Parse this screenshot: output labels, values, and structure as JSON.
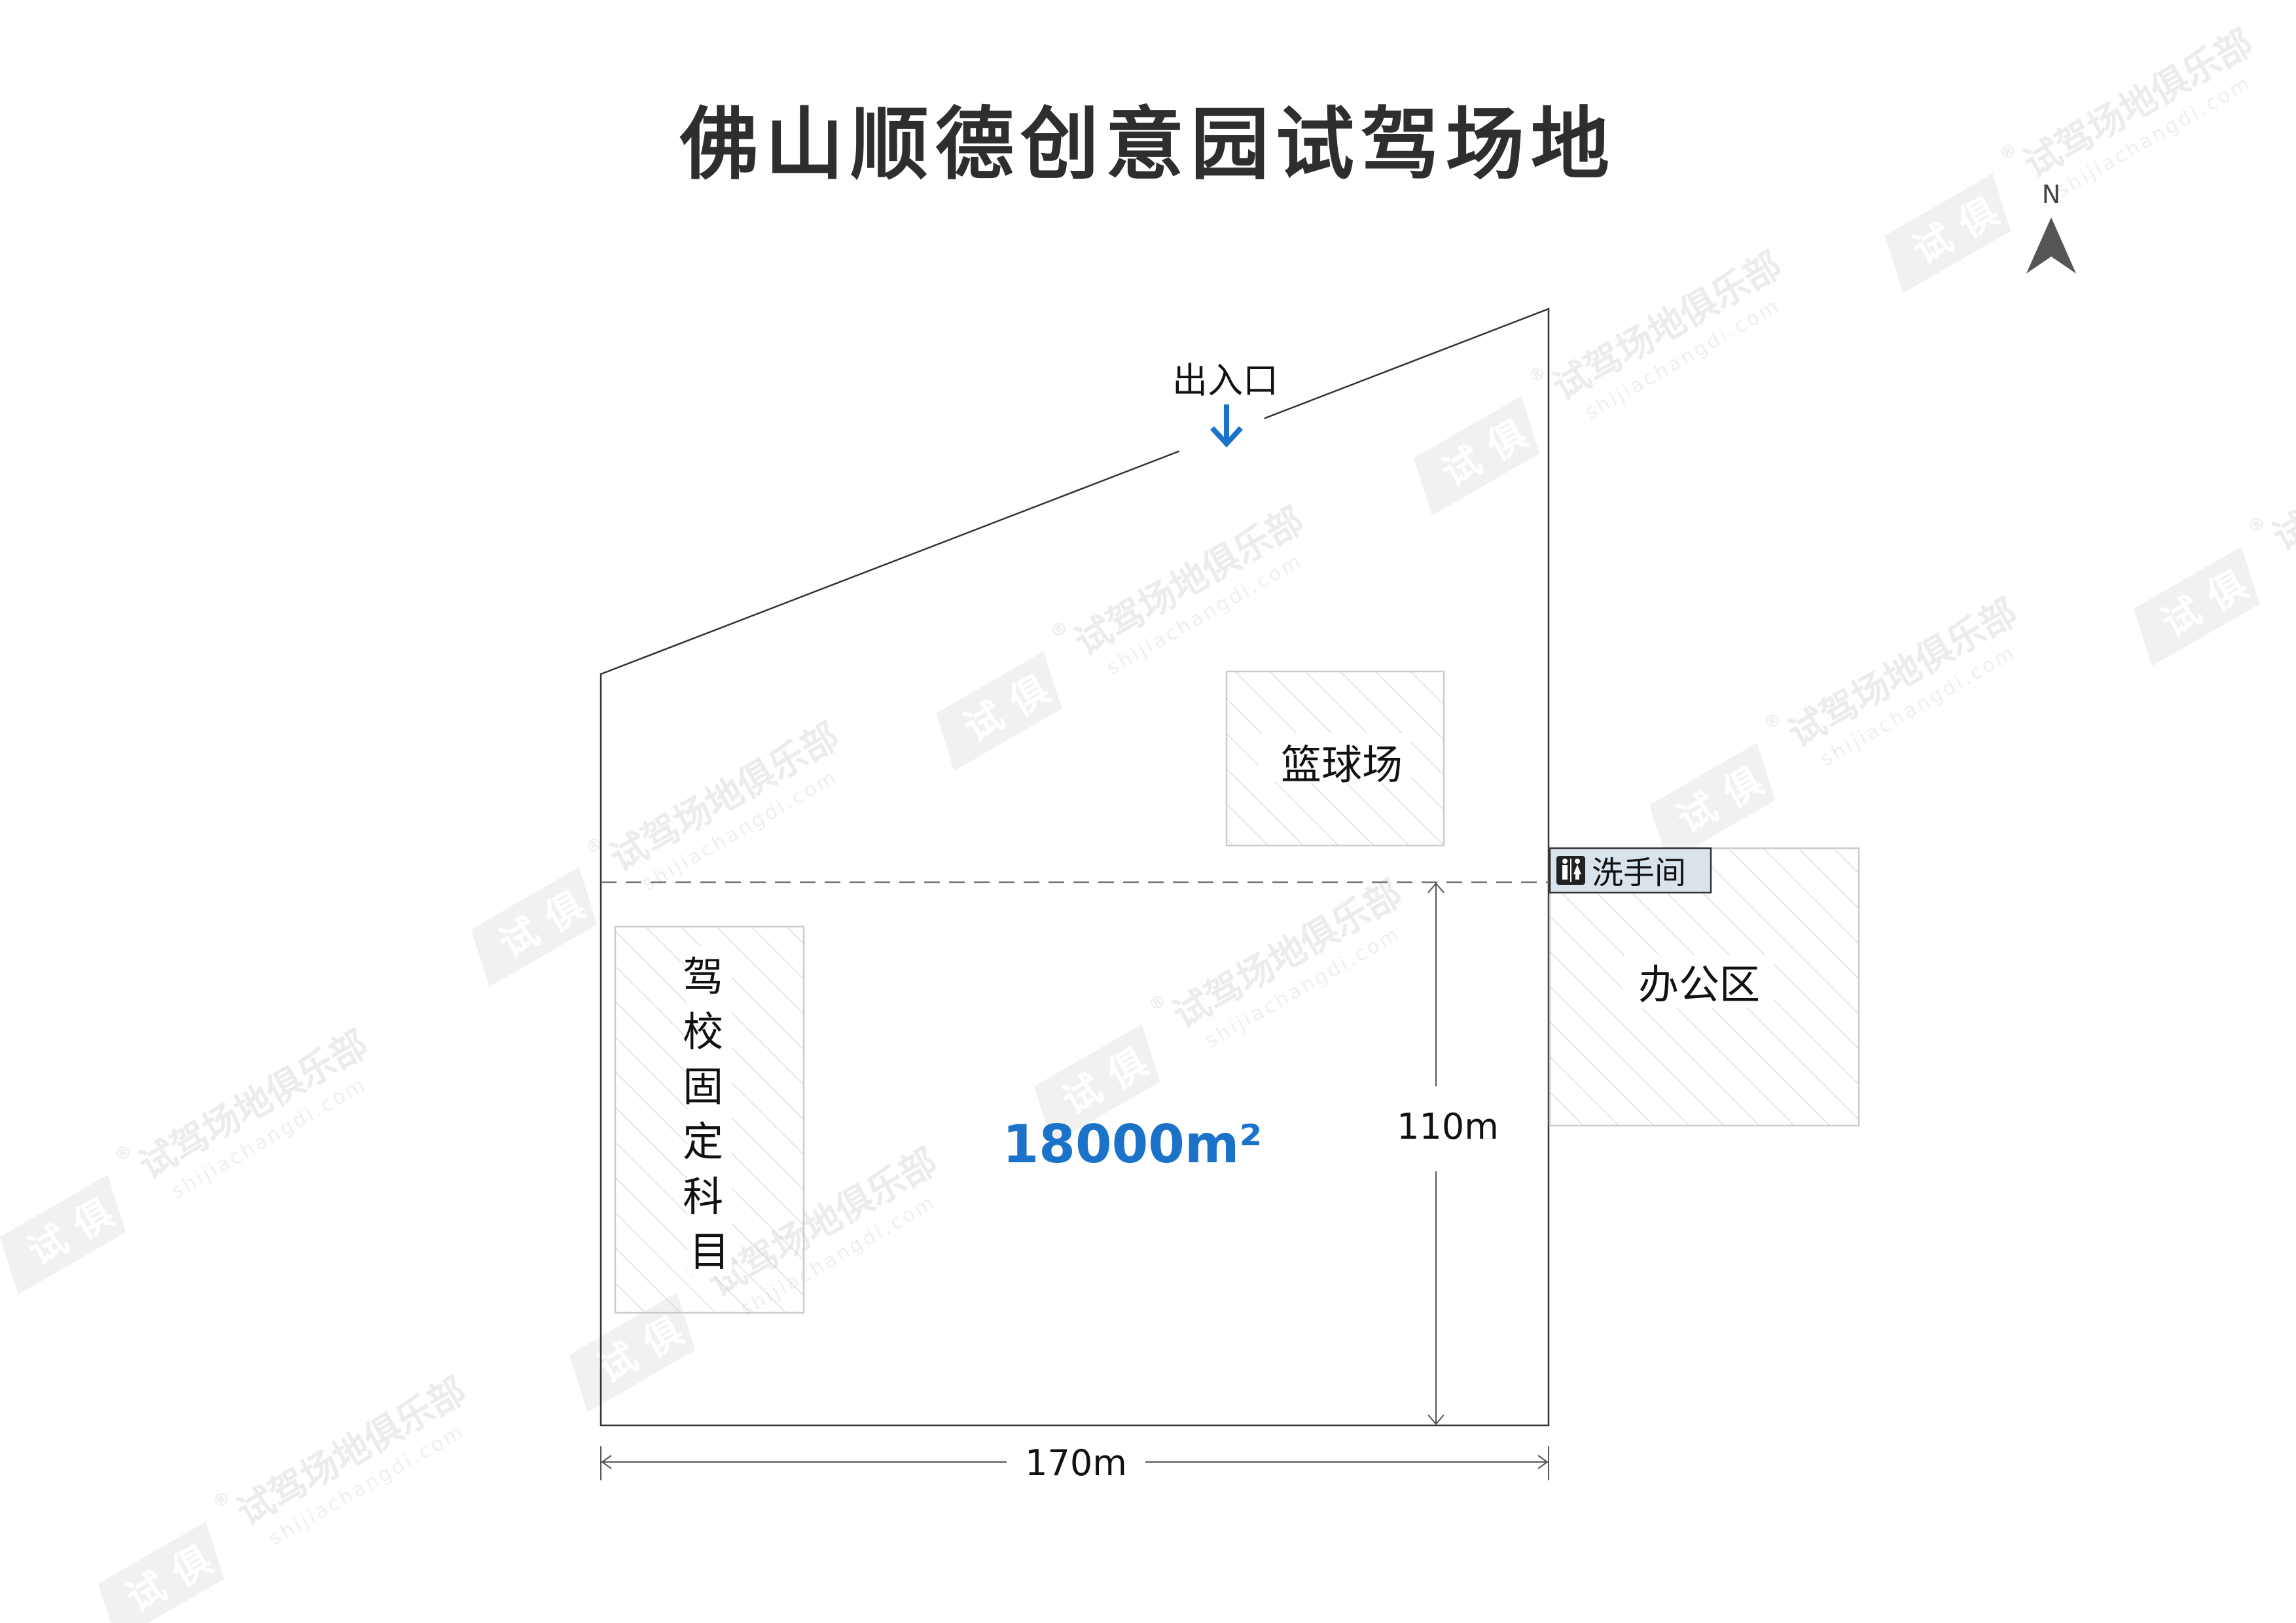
{
  "title": "佛山顺德创意园试驾场地",
  "compass": {
    "letter": "N",
    "icon": "north-arrow-icon"
  },
  "entrance": {
    "label": "出入口",
    "icon": "arrow-down-icon",
    "color": "#1a73c8"
  },
  "zones": {
    "basketball": "篮球场",
    "driving_school_chars": [
      "驾",
      "校",
      "固",
      "定",
      "科",
      "目"
    ],
    "restroom": {
      "label": "洗手间",
      "icon": "restroom-icon"
    },
    "office": "办公区"
  },
  "area": {
    "value": "18000",
    "unit": "m²",
    "color": "#1a73c8"
  },
  "dimensions": {
    "height": "110m",
    "width": "170m"
  },
  "watermark": {
    "text": "试驾场地俱乐部",
    "url": "shijiachangdi.com",
    "logo": [
      "试",
      "俱"
    ],
    "registered": "®"
  }
}
